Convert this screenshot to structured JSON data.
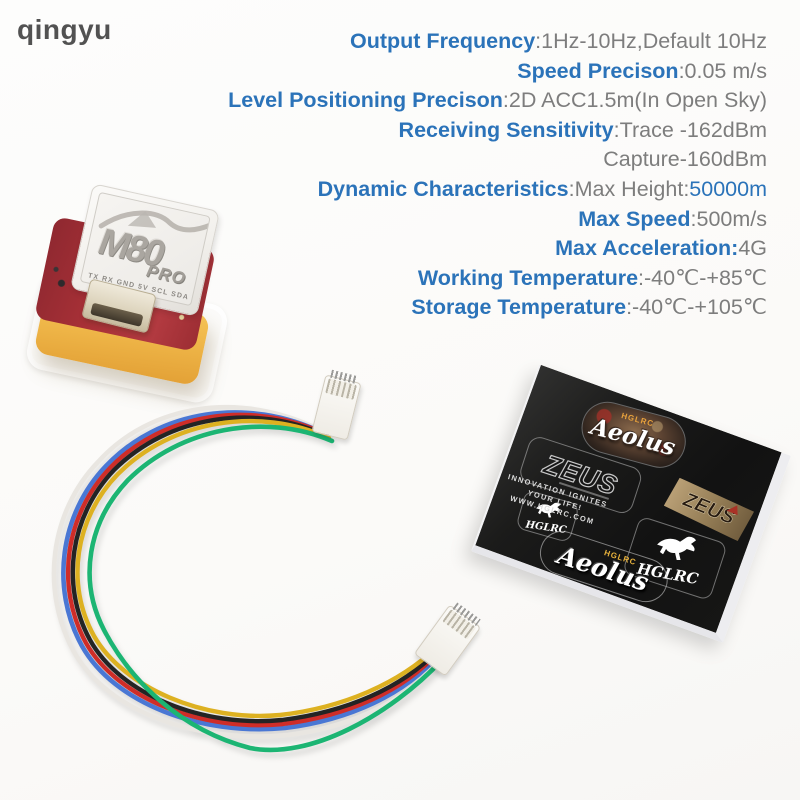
{
  "watermark": {
    "text": "qingyu"
  },
  "colors": {
    "label_blue": "#2b73b9",
    "value_gray": "#7d7d7d",
    "watermark_gray": "#525252",
    "wire_white": "#e9e6e1",
    "wire_blue": "#4a77d4",
    "wire_red": "#cf2d28",
    "wire_black": "#242424",
    "wire_yellow": "#ddb121",
    "wire_green": "#1cb573",
    "pcb_red": "#a93137",
    "case_yellow": "#f0b84a",
    "sticker_sheet_black": "#141414"
  },
  "specs": {
    "lines": [
      {
        "segments": [
          {
            "text": "Output Frequency",
            "style": "label"
          },
          {
            "text": ":1Hz-10Hz,Default 10Hz",
            "style": "value"
          }
        ]
      },
      {
        "segments": [
          {
            "text": "Speed Precison",
            "style": "label"
          },
          {
            "text": ":0.05 m/s",
            "style": "value"
          }
        ]
      },
      {
        "segments": [
          {
            "text": "Level Positioning Precison",
            "style": "label"
          },
          {
            "text": ":2D ACC1.5m(In Open Sky)",
            "style": "value"
          }
        ]
      },
      {
        "segments": [
          {
            "text": "Receiving Sensitivity",
            "style": "label"
          },
          {
            "text": ":Trace -162dBm",
            "style": "value"
          }
        ]
      },
      {
        "segments": [
          {
            "text": "Capture-160dBm",
            "style": "value"
          }
        ]
      },
      {
        "segments": [
          {
            "text": "Dynamic Characteristics",
            "style": "label"
          },
          {
            "text": ":Max Height:",
            "style": "value"
          },
          {
            "text": "50000m",
            "style": "accent"
          }
        ]
      },
      {
        "segments": [
          {
            "text": "Max Speed",
            "style": "label"
          },
          {
            "text": ":500m/s",
            "style": "value"
          }
        ]
      },
      {
        "segments": [
          {
            "text": "Max Acceleration:",
            "style": "label"
          },
          {
            "text": "4G",
            "style": "value"
          }
        ]
      },
      {
        "segments": [
          {
            "text": "Working Temperature",
            "style": "label"
          },
          {
            "text": ":-40℃-+85℃",
            "style": "value"
          }
        ]
      },
      {
        "segments": [
          {
            "text": "Storage Temperature",
            "style": "label"
          },
          {
            "text": ":-40℃-+105℃",
            "style": "value"
          }
        ]
      }
    ]
  },
  "module": {
    "logo_main": "M80",
    "logo_sub": "PRO",
    "pin_labels": "TX RX GND 5V SCL SDA"
  },
  "cable": {
    "connector_pins": 6,
    "wires": [
      "wire_white",
      "wire_blue",
      "wire_red",
      "wire_black",
      "wire_yellow",
      "wire_green"
    ]
  },
  "sticker_sheet": {
    "side_text": [
      "INNOVATION IGNITES",
      "YOUR LIFE!",
      "WWW.HGLRC.COM"
    ],
    "stickers": {
      "aeolus_top": {
        "brand": "HGLRC",
        "name": "Aeolus"
      },
      "zeus_outline": {
        "name": "ZEUS"
      },
      "zeus_color": {
        "name": "ZEUS"
      },
      "hglrc_small": {
        "name": "HGLRC"
      },
      "hglrc_large": {
        "name": "HGLRC"
      },
      "aeolus_bottom": {
        "brand": "HGLRC",
        "name": "Aeolus"
      }
    }
  }
}
